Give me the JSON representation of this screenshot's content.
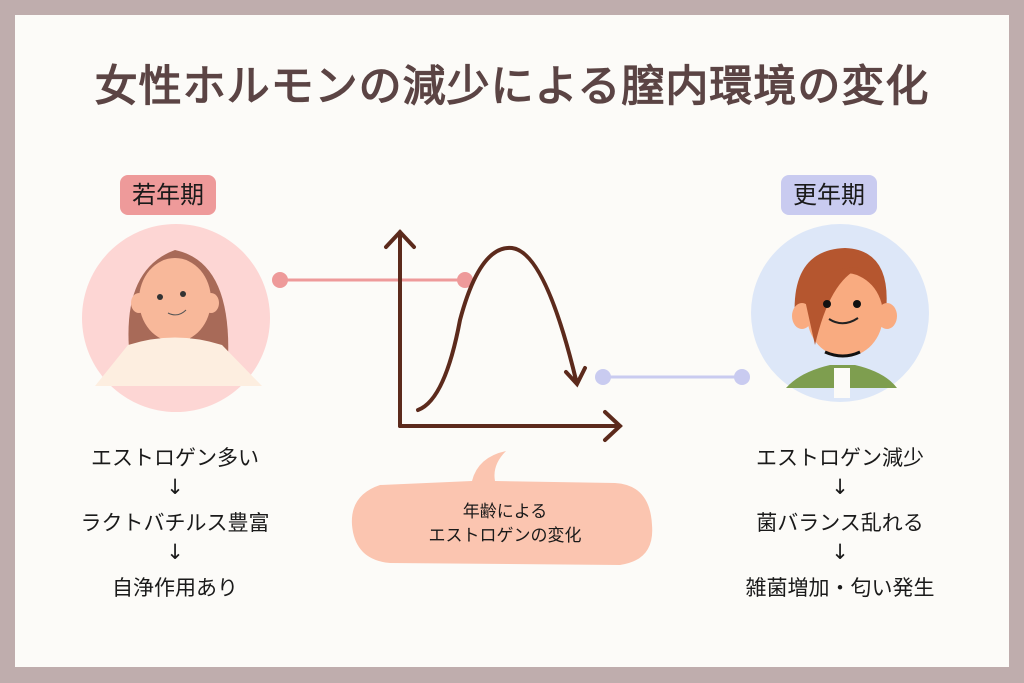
{
  "title": "女性ホルモンの減少による膣内環境の変化",
  "left": {
    "badge": "若年期",
    "lines": [
      "エストロゲン多い",
      "↓",
      "ラクトバチルス豊富",
      "↓",
      "自浄作用あり"
    ]
  },
  "right": {
    "badge": "更年期",
    "lines": [
      "エストロゲン減少",
      "↓",
      "菌バランス乱れる",
      "↓",
      "雑菌増加・匂い発生"
    ]
  },
  "bubble": {
    "line1": "年齢による",
    "line2": "エストロゲンの変化"
  },
  "colors": {
    "pink": "#ee9a9a",
    "lavender": "#c9cbf0",
    "brown": "#5c2a1c",
    "bubble": "#fbc5b0"
  }
}
